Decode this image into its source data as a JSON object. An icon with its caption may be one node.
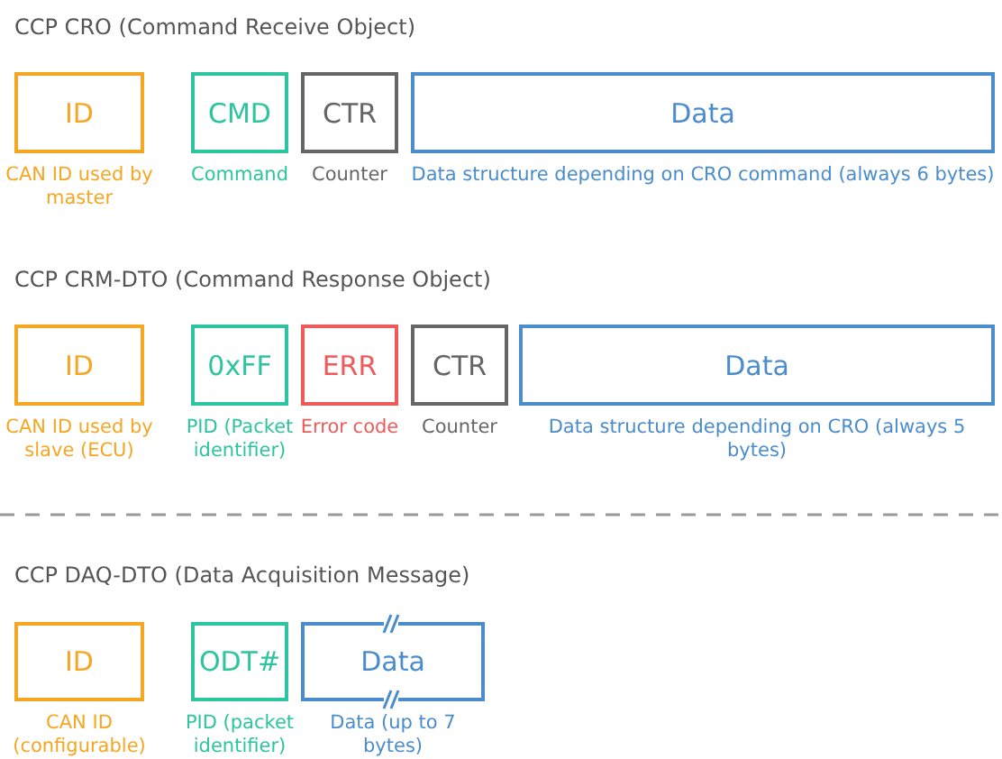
{
  "diagram": {
    "nodes": [
      {
        "text": [
          "ID"
        ],
        "beside": [
          "CAN ID used by master"
        ]
      },
      {
        "text": [
          "CMD"
        ],
        "beside": [
          "Command"
        ]
      },
      {
        "text": [
          "CTR"
        ],
        "beside": [
          "Counter"
        ]
      },
      {
        "text": [
          "Data"
        ],
        "beside": [
          "Data structure depending on CRO command (always 6 bytes)"
        ]
      },
      {
        "text": [
          "ID"
        ],
        "beside": [
          "CAN ID used by slave (ECU)"
        ]
      },
      {
        "text": [
          "0xFF"
        ],
        "beside": [
          "PID (Packet identifier)"
        ]
      },
      {
        "text": [
          "ERR"
        ],
        "beside": [
          "Error code"
        ]
      },
      {
        "text": [
          "CTR"
        ],
        "beside": [
          "Counter"
        ]
      },
      {
        "text": [
          "Data"
        ],
        "beside": [
          "Data structure depending on CRO (always 5 bytes)"
        ]
      },
      {
        "text": [
          "ID"
        ],
        "beside": [
          "CAN ID (configurable)"
        ]
      },
      {
        "text": [
          "ODT#"
        ],
        "beside": [
          "PID (packet identifier)"
        ]
      },
      {
        "text": [
          "Data"
        ],
        "beside": [
          "Data (up to 7 bytes)"
        ]
      }
    ],
    "labels": [
      "CCP CRO (Command Receive Object)",
      "CCP CRM-DTO (Command Response Object)",
      "CCP DAQ-DTO (Data Acquisition Message)"
    ]
  }
}
